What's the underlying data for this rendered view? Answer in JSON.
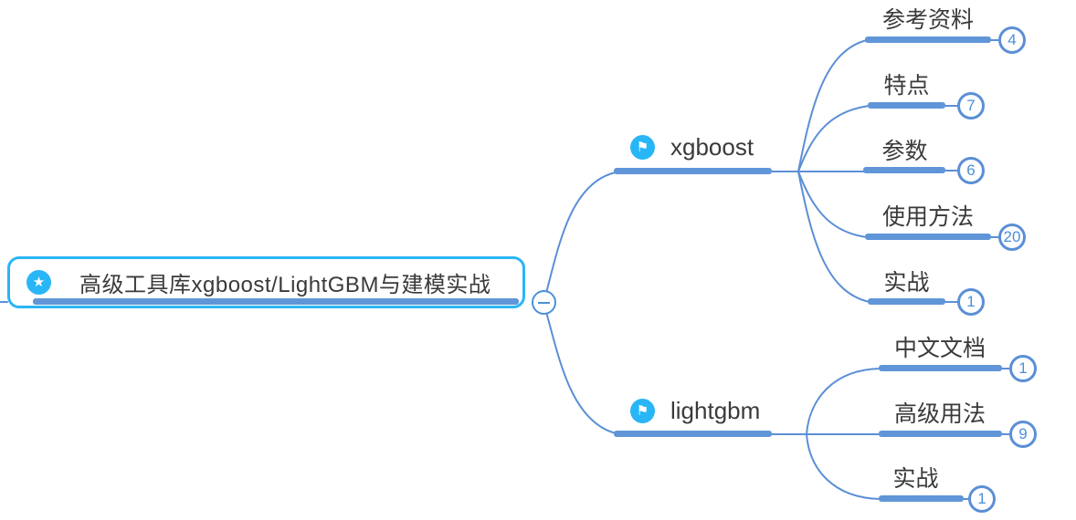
{
  "colors": {
    "accent_cyan": "#29b6f6",
    "bar_blue": "#6096d8",
    "wire_blue": "#5b8fd6",
    "badge_blue": "#4a90d9",
    "text_dark": "#3a3a3a"
  },
  "root": {
    "label": "高级工具库xgboost/LightGBM与建模实战",
    "icon": "star-icon",
    "icon_glyph": "★"
  },
  "collapse_button": {
    "state": "expanded",
    "symbol": "minus"
  },
  "branches": [
    {
      "label": "xgboost",
      "icon": "flag-icon",
      "icon_glyph": "⚑",
      "children": [
        {
          "label": "参考资料",
          "count": "4"
        },
        {
          "label": "特点",
          "count": "7"
        },
        {
          "label": "参数",
          "count": "6"
        },
        {
          "label": "使用方法",
          "count": "20"
        },
        {
          "label": "实战",
          "count": "1"
        }
      ]
    },
    {
      "label": "lightgbm",
      "icon": "flag-icon",
      "icon_glyph": "⚑",
      "children": [
        {
          "label": "中文文档",
          "count": "1"
        },
        {
          "label": "高级用法",
          "count": "9"
        },
        {
          "label": "实战",
          "count": "1"
        }
      ]
    }
  ]
}
